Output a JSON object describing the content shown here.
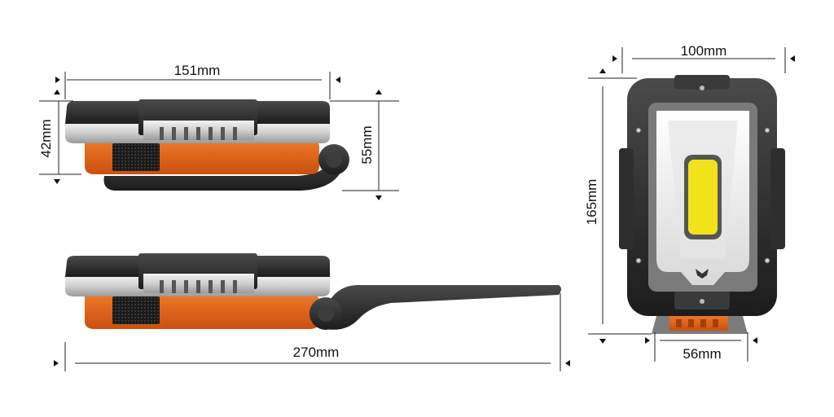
{
  "dimensions": {
    "top_width": "151mm",
    "top_height_body": "42mm",
    "top_height_total": "55mm",
    "extended_length": "270mm",
    "front_width": "100mm",
    "front_height": "165mm",
    "base_width": "56mm"
  },
  "colors": {
    "body_dark": "#2b2b2b",
    "silver": "#d9d9d9",
    "orange": "#e8661a",
    "cob_yellow": "#f2e21a",
    "lens_white": "#f4f4f4"
  }
}
